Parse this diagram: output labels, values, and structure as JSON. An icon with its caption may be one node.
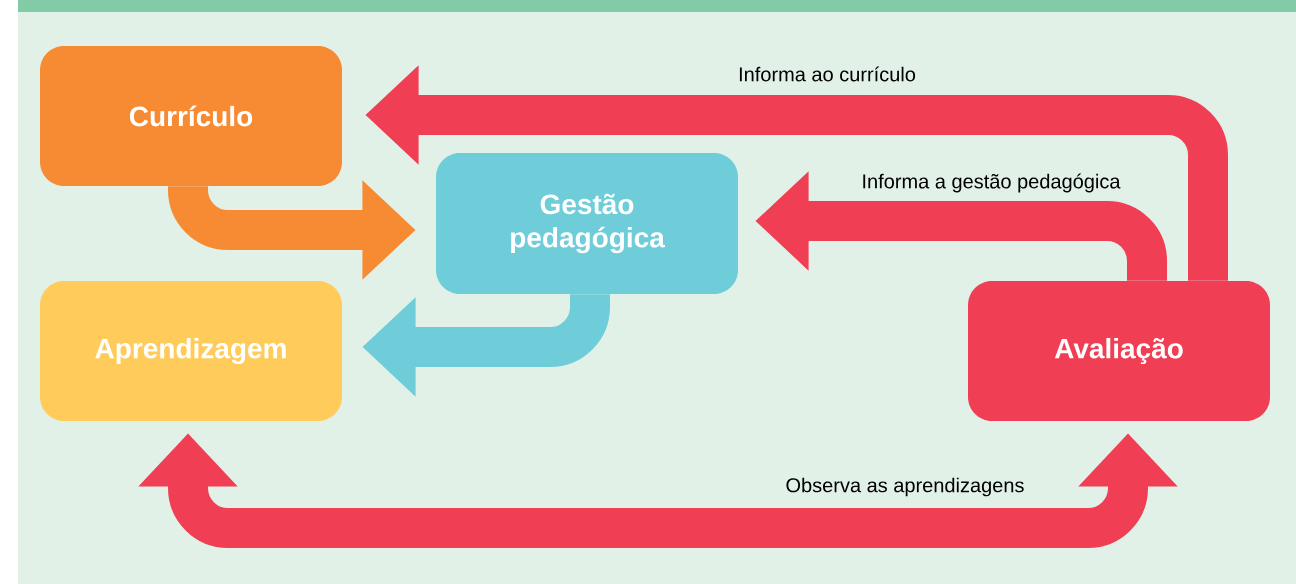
{
  "diagram": {
    "nodes": [
      {
        "text": [
          "Currículo"
        ]
      },
      {
        "text": [
          "Gestão pedagógica"
        ]
      },
      {
        "text": [
          "Aprendizagem"
        ]
      },
      {
        "text": [
          "Avaliação"
        ]
      }
    ],
    "edges": [
      {
        "from": 0,
        "to": 1,
        "arrow": "to",
        "color": "#f68b33"
      },
      {
        "from": 1,
        "to": 2,
        "arrow": "to",
        "color": "#6ecdd9"
      },
      {
        "from": 3,
        "to": 0,
        "arrow": "to",
        "label": "Informa ao currículo"
      },
      {
        "from": 3,
        "to": 1,
        "arrow": "to",
        "label": "Informa a gestão pedagógica"
      },
      {
        "from": 3,
        "to": 2,
        "arrow": "both",
        "label": "Observa as aprendizagens"
      }
    ]
  }
}
